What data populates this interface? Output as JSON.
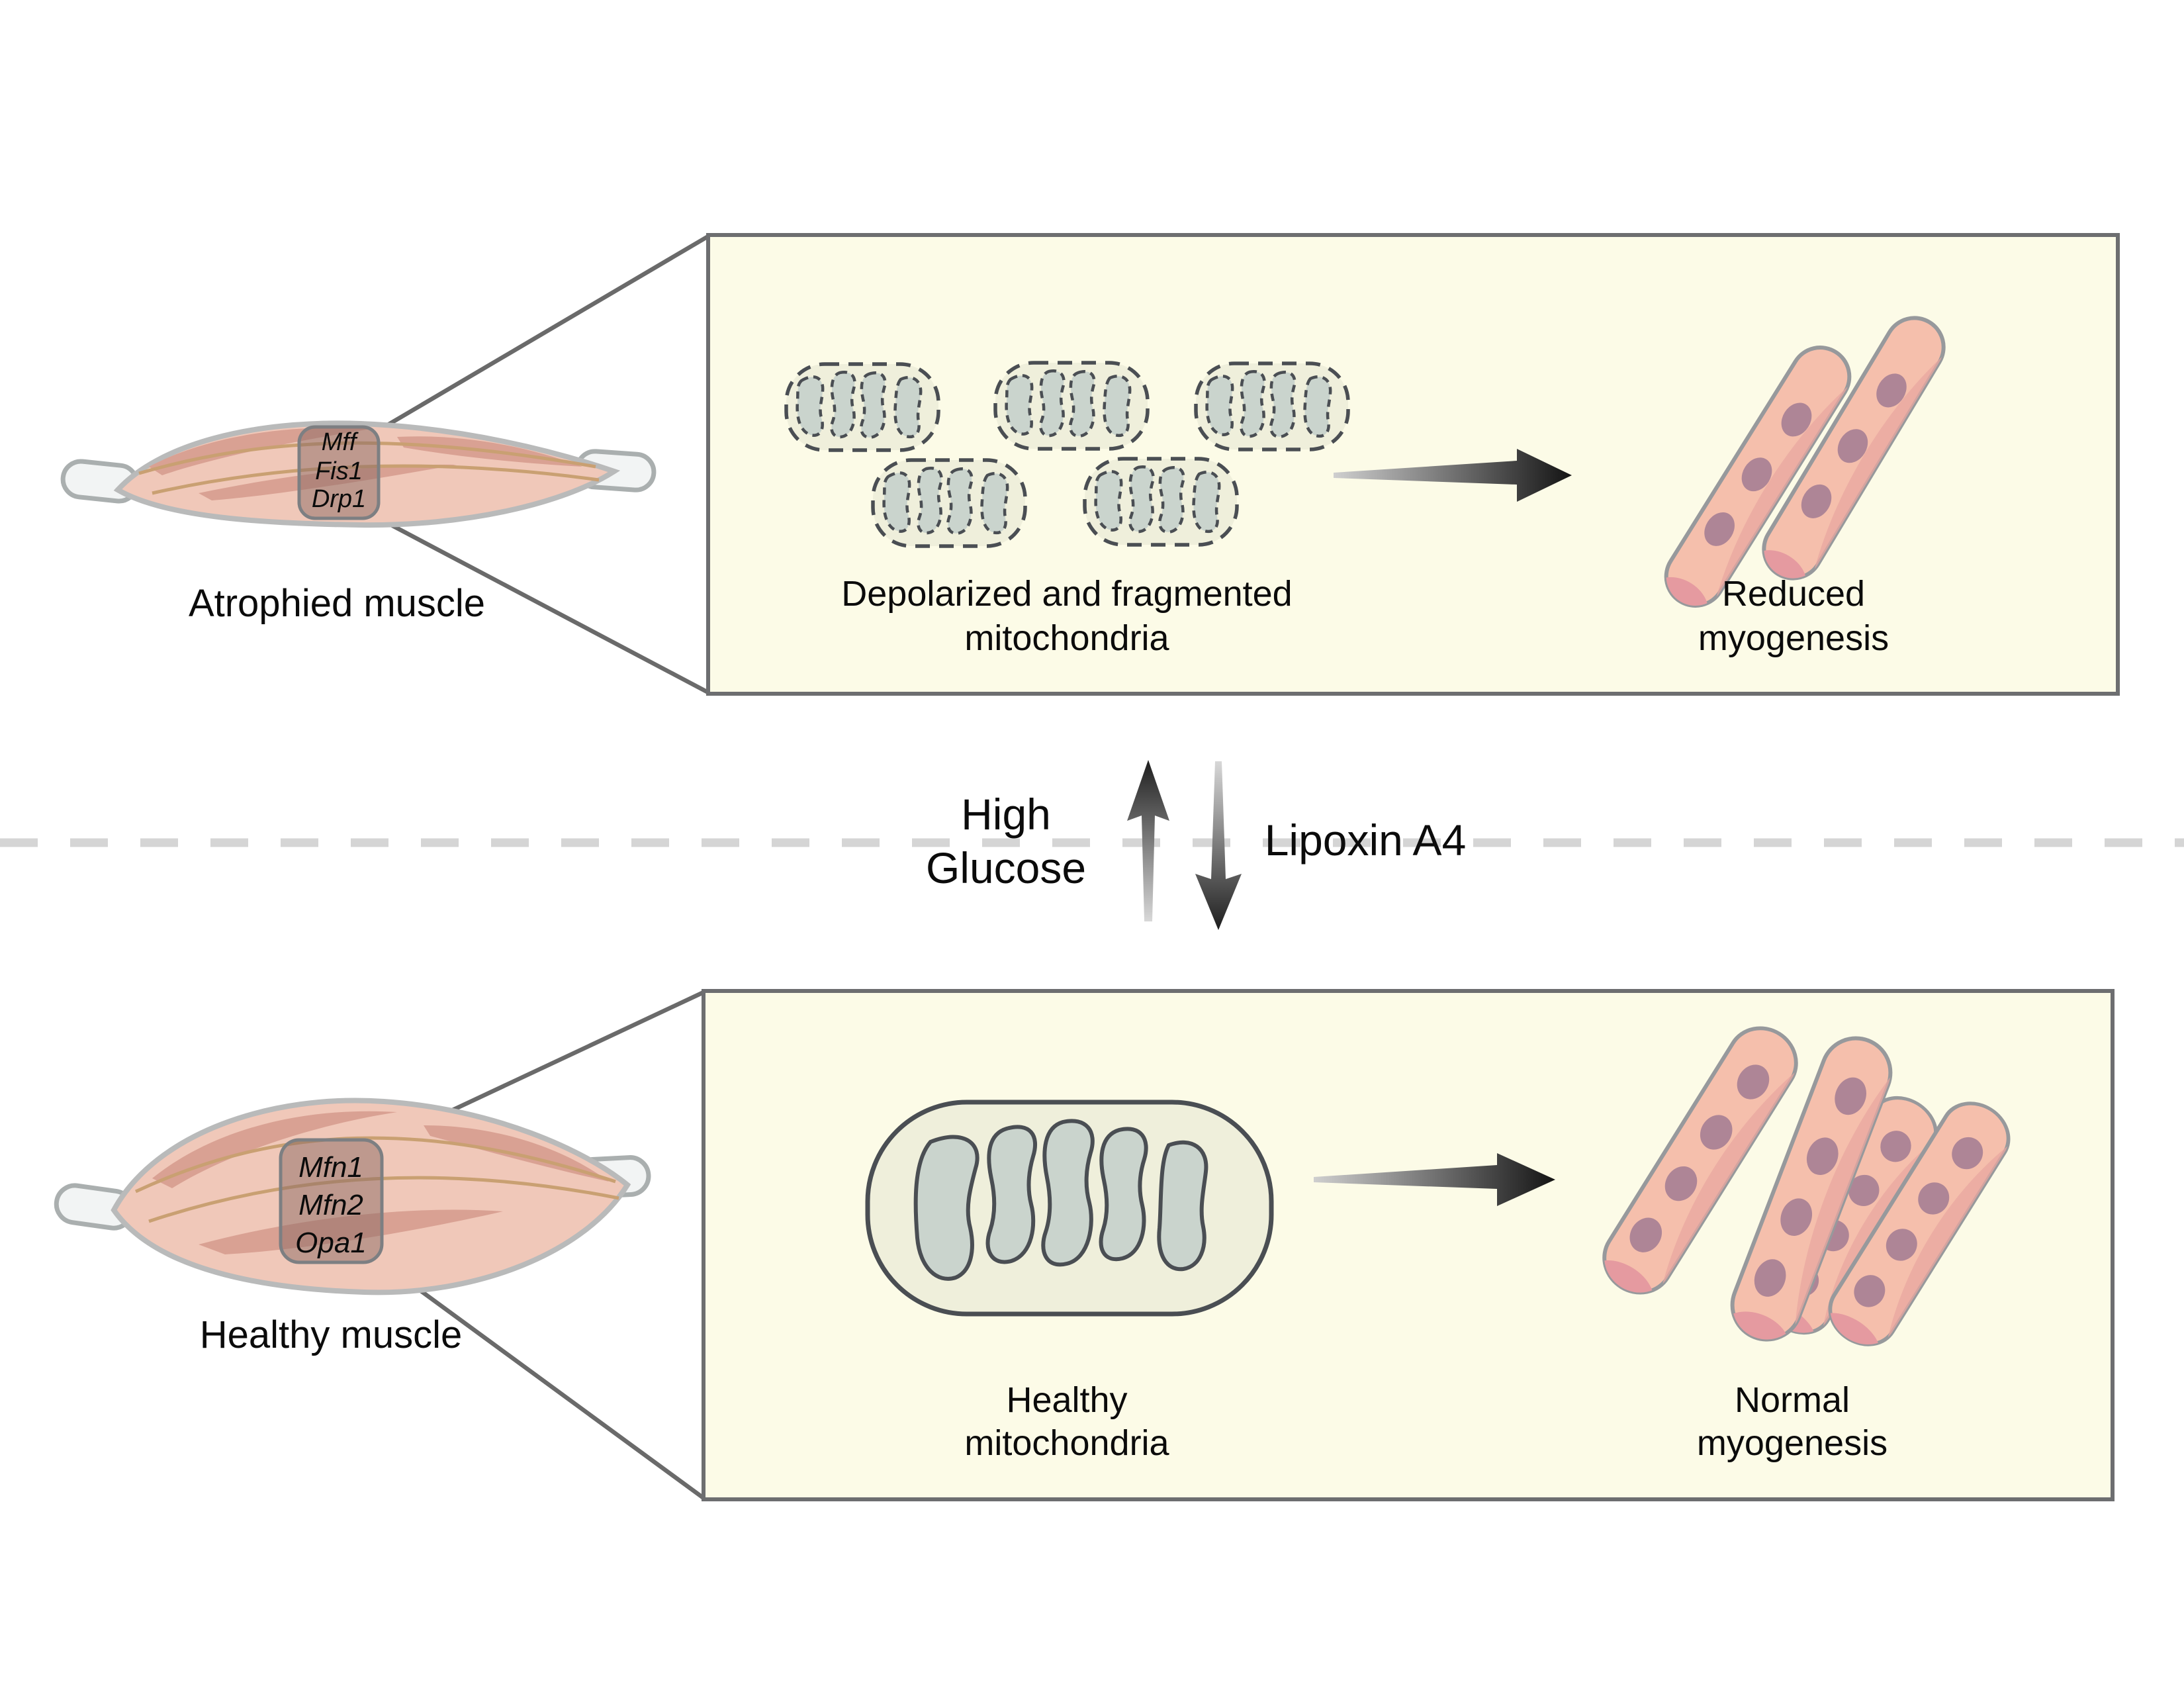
{
  "figure": {
    "palette": {
      "background": "#FFFFFF",
      "box_fill": "#FCFBE7",
      "box_stroke": "#6D6E70",
      "divider": "#D5D5D5",
      "mito_membrane_fill": "#EFEFDB",
      "mito_cristae_fill": "#CAD4CD",
      "mito_stroke": "#4A4E53",
      "myotube_fill": "#F5BFAC",
      "myotube_shade": "#E8A7A0",
      "myotube_tip": "#E59AA0",
      "myotube_stroke": "#97999C",
      "nucleus_fill": "#AE8596",
      "muscle_body_fill": "#F0C8B9",
      "muscle_fiber_fill": "#D9A193",
      "muscle_outline": "#B9BABA",
      "tendon_fill": "#F2F4F4",
      "tendon_stroke": "#AAAFAF",
      "gene_box_fill": "#8C6A64",
      "gene_box_stroke": "#7D7F82",
      "connector_color": "#6A6A6A",
      "arrow_dark": "#141414",
      "arrow_light": "#CFCFCF",
      "text_color": "#0B0B0B"
    }
  },
  "top_section": {
    "muscle_label": "Atrophied muscle",
    "genes": [
      "Mff",
      "Fis1",
      "Drp1"
    ],
    "mito_caption_line1": "Depolarized and fragmented",
    "mito_caption_line2": "mitochondria",
    "result_caption_line1": "Reduced",
    "result_caption_line2": "myogenesis"
  },
  "middle": {
    "left_treatment_line1": "High",
    "left_treatment_line2": "Glucose",
    "right_treatment": "Lipoxin A4"
  },
  "bottom_section": {
    "muscle_label": "Healthy muscle",
    "genes": [
      "Mfn1",
      "Mfn2",
      "Opa1"
    ],
    "mito_caption_line1": "Healthy",
    "mito_caption_line2": "mitochondria",
    "result_caption_line1": "Normal",
    "result_caption_line2": "myogenesis"
  }
}
